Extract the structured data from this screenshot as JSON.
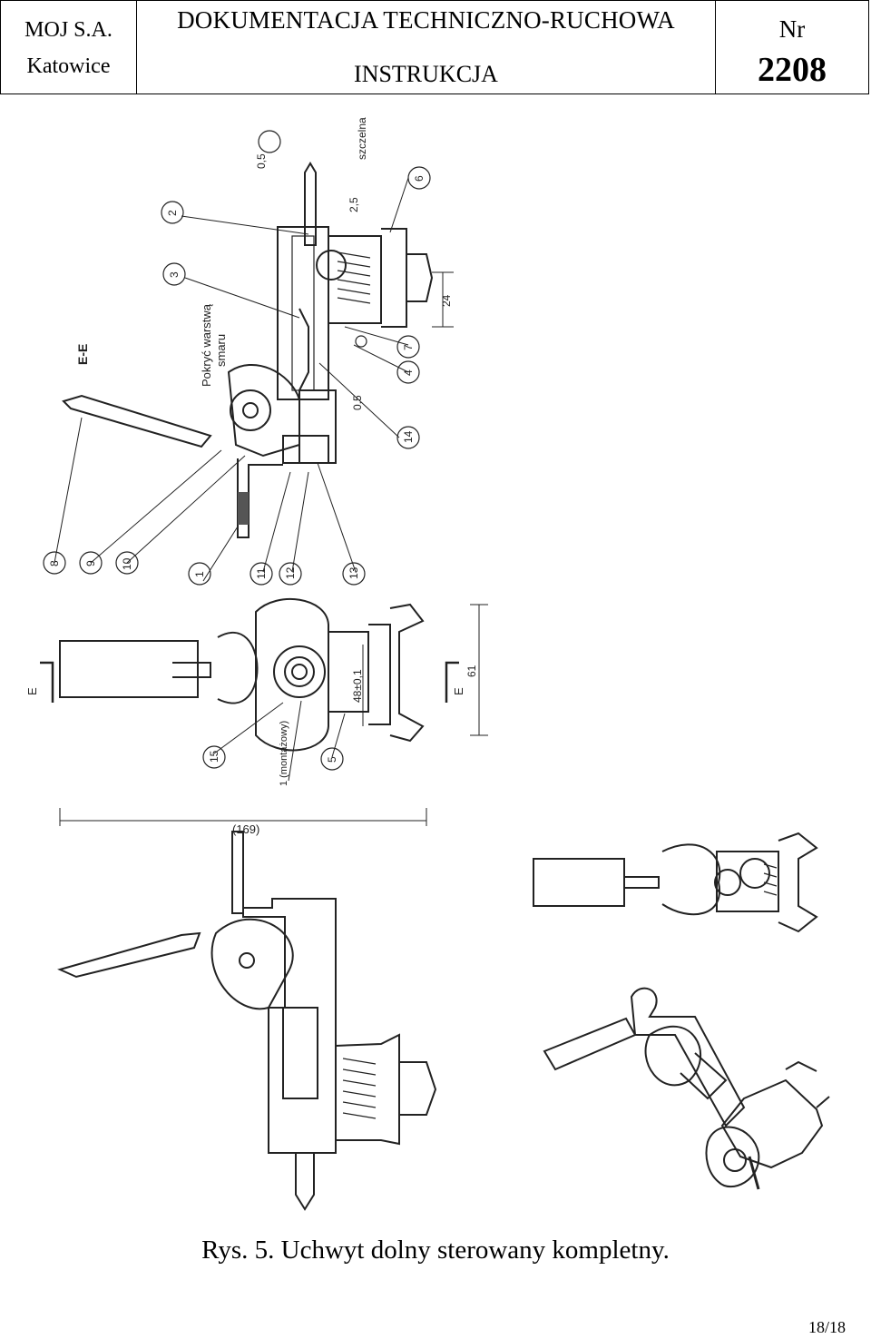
{
  "header": {
    "company_line1": "MOJ S.A.",
    "company_line2": "Katowice",
    "doc_title": "DOKUMENTACJA TECHNICZNO-RUCHOWA",
    "doc_subtitle": "INSTRUKCJA",
    "nr_label": "Nr",
    "nr_value": "2208"
  },
  "drawing": {
    "section_label": "E-E",
    "coat_note_line1": "Pokryć warstwą",
    "coat_note_line2": "smaru",
    "seal_note": "szczelna",
    "dim_05_top": "0,5",
    "dim_25": "2,5",
    "dim_24": "24",
    "dim_05_mid": "0,5",
    "dim_48": "48±0,1",
    "dim_61": "61",
    "dim_169": "(169)",
    "mount_note": "1 (montażowy)",
    "cut_label_left": "E",
    "cut_label_right": "E",
    "callouts": [
      "1",
      "2",
      "3",
      "4",
      "5",
      "6",
      "7",
      "8",
      "9",
      "10",
      "11",
      "12",
      "13",
      "14",
      "15"
    ]
  },
  "caption": "Rys. 5. Uchwyt dolny sterowany kompletny.",
  "page_number": "18/18"
}
